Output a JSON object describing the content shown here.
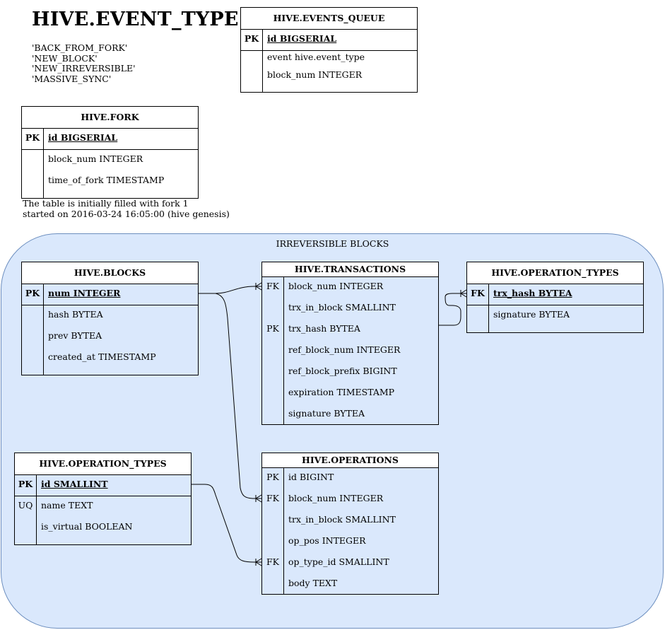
{
  "event_type": {
    "title": "HIVE.EVENT_TYPE",
    "values": [
      "'BACK_FROM_FORK'",
      "'NEW_BLOCK'",
      "'NEW_IRREVERSIBLE'",
      "'MASSIVE_SYNC'"
    ]
  },
  "events_queue": {
    "title": "HIVE.EVENTS_QUEUE",
    "pk_key": "PK",
    "pk_field": "id BIGSERIAL",
    "fields": [
      "event hive.event_type",
      "block_num INTEGER"
    ]
  },
  "fork": {
    "title": "HIVE.FORK",
    "pk_key": "PK",
    "pk_field": "id BIGSERIAL",
    "fields": [
      "block_num INTEGER",
      "time_of_fork TIMESTAMP"
    ],
    "note": [
      "The table is initially filled with fork 1",
      "started on 2016-03-24 16:05:00 (hive genesis)"
    ]
  },
  "group_label": "IRREVERSIBLE BLOCKS",
  "blocks": {
    "title": "HIVE.BLOCKS",
    "pk_key": "PK",
    "pk_field": "num INTEGER",
    "fields": [
      "hash BYTEA",
      "prev BYTEA",
      "created_at TIMESTAMP"
    ]
  },
  "transactions": {
    "title": "HIVE.TRANSACTIONS",
    "rows": [
      {
        "key": "FK",
        "field": "block_num INTEGER"
      },
      {
        "key": "",
        "field": "trx_in_block SMALLINT"
      },
      {
        "key": "PK",
        "field": "trx_hash BYTEA"
      },
      {
        "key": "",
        "field": "ref_block_num INTEGER"
      },
      {
        "key": "",
        "field": "ref_block_prefix BIGINT"
      },
      {
        "key": "",
        "field": "expiration TIMESTAMP"
      },
      {
        "key": "",
        "field": "signature BYTEA"
      }
    ]
  },
  "trx_sigs": {
    "title": "HIVE.OPERATION_TYPES",
    "pk_key": "FK",
    "pk_field": "trx_hash BYTEA",
    "fields": [
      "signature BYTEA"
    ]
  },
  "operation_types": {
    "title": "HIVE.OPERATION_TYPES",
    "pk_key": "PK",
    "pk_field": "id SMALLINT",
    "rows": [
      {
        "key": "UQ",
        "field": "name TEXT"
      },
      {
        "key": "",
        "field": "is_virtual BOOLEAN"
      }
    ]
  },
  "operations": {
    "title": "HIVE.OPERATIONS",
    "rows": [
      {
        "key": "PK",
        "field": "id BIGINT"
      },
      {
        "key": "FK",
        "field": "block_num INTEGER"
      },
      {
        "key": "",
        "field": "trx_in_block SMALLINT"
      },
      {
        "key": "",
        "field": "op_pos INTEGER"
      },
      {
        "key": "FK",
        "field": "op_type_id SMALLINT"
      },
      {
        "key": "",
        "field": "body TEXT"
      }
    ]
  }
}
